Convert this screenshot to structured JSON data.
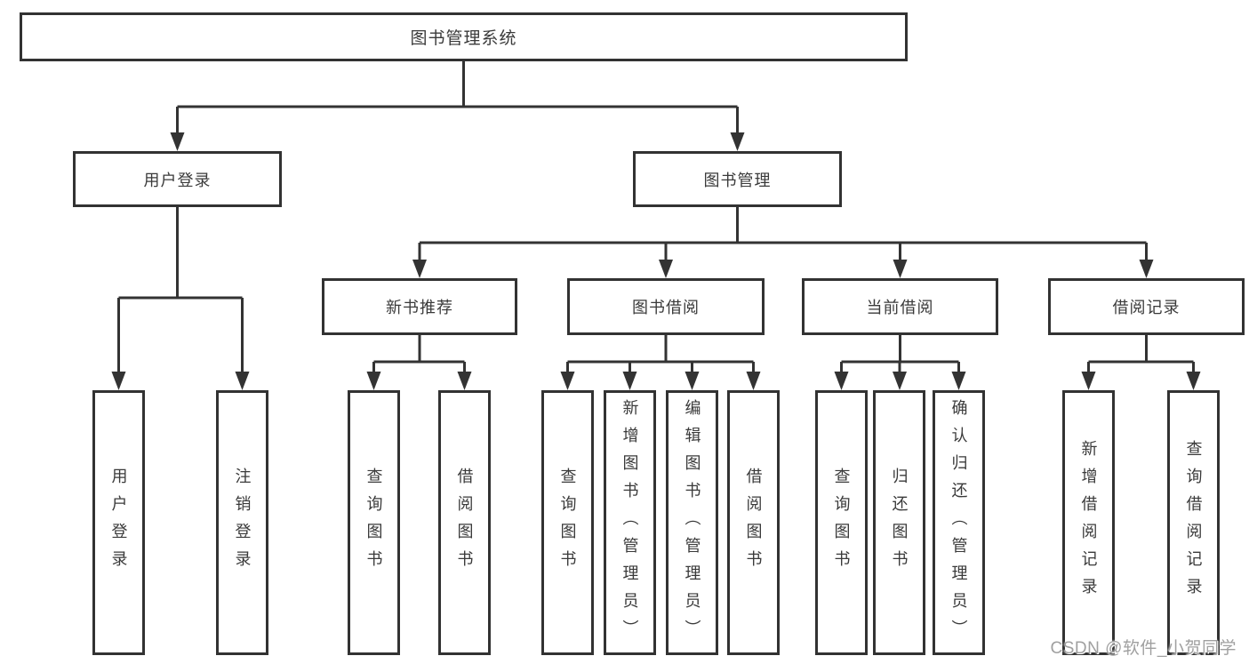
{
  "diagram_title": "图书管理系统",
  "colors": {
    "line": "#333333",
    "border": "#323232",
    "text": "#3a3a3a",
    "watermark_text": "#a0a0a0",
    "background": "#ffffff"
  },
  "watermark": {
    "text": "CSDN @软件_小贺同学"
  },
  "tree": {
    "label": "图书管理系统",
    "children": [
      {
        "label": "用户登录",
        "children": [
          {
            "label": "用户登录"
          },
          {
            "label": "注销登录"
          }
        ]
      },
      {
        "label": "图书管理",
        "children": [
          {
            "label": "新书推荐",
            "children": [
              {
                "label": "查询图书"
              },
              {
                "label": "借阅图书"
              }
            ]
          },
          {
            "label": "图书借阅",
            "children": [
              {
                "label": "查询图书"
              },
              {
                "label": "新增图书（管理员）"
              },
              {
                "label": "编辑图书（管理员）"
              },
              {
                "label": "借阅图书"
              }
            ]
          },
          {
            "label": "当前借阅",
            "children": [
              {
                "label": "查询图书"
              },
              {
                "label": "归还图书"
              },
              {
                "label": "确认归还（管理员）"
              }
            ]
          },
          {
            "label": "借阅记录",
            "children": [
              {
                "label": "新增借阅记录"
              },
              {
                "label": "查询借阅记录"
              }
            ]
          }
        ]
      }
    ]
  }
}
